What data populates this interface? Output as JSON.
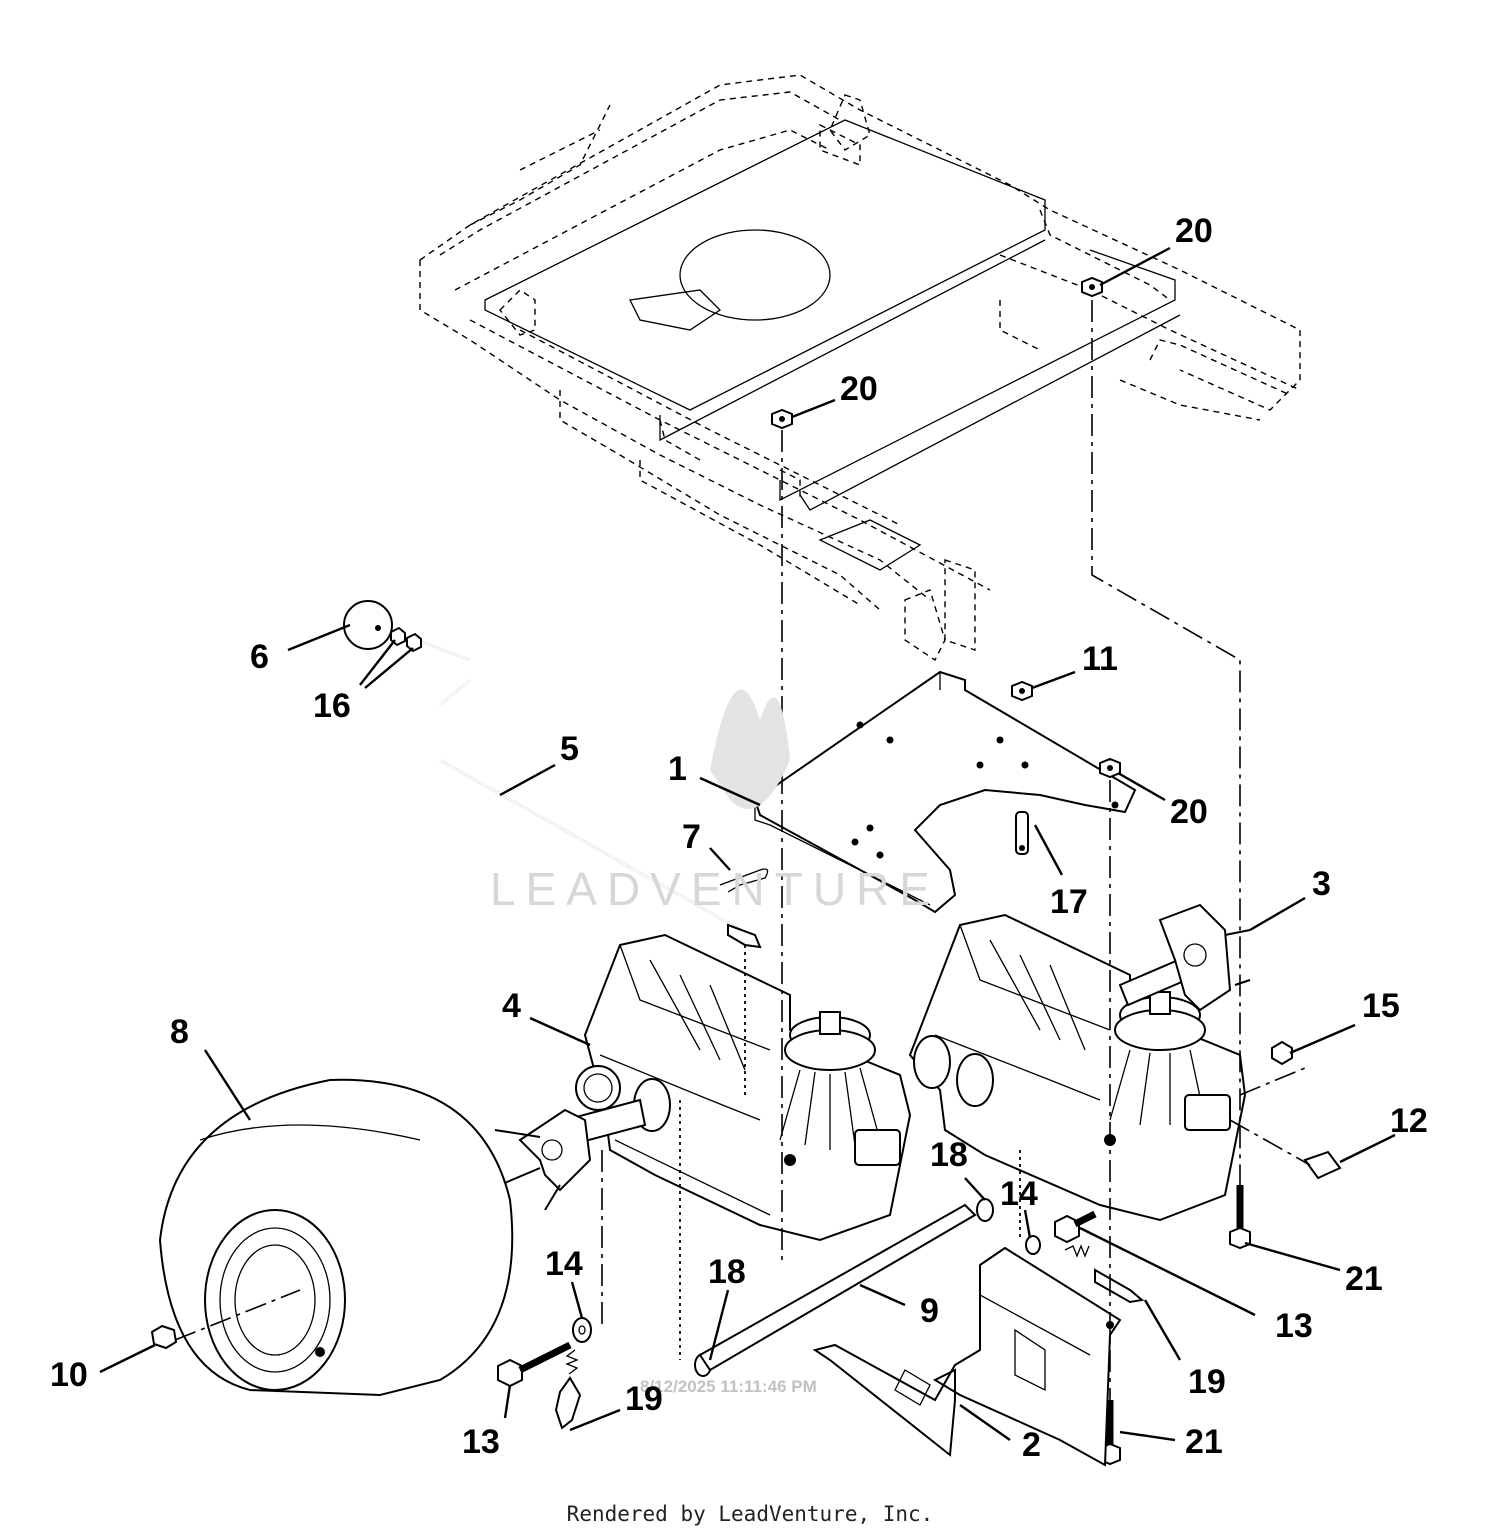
{
  "watermark": "LEADVENTURE",
  "timestamp": "8/12/2025 11:11:46 PM",
  "footer": "Rendered by LeadVenture, Inc.",
  "callouts": [
    {
      "id": "c20a",
      "text": "20"
    },
    {
      "id": "c20b",
      "text": "20"
    },
    {
      "id": "c6",
      "text": "6"
    },
    {
      "id": "c16",
      "text": "16"
    },
    {
      "id": "c11",
      "text": "11"
    },
    {
      "id": "c5",
      "text": "5"
    },
    {
      "id": "c1",
      "text": "1"
    },
    {
      "id": "c20c",
      "text": "20"
    },
    {
      "id": "c7",
      "text": "7"
    },
    {
      "id": "c17",
      "text": "17"
    },
    {
      "id": "c3",
      "text": "3"
    },
    {
      "id": "c4",
      "text": "4"
    },
    {
      "id": "c15",
      "text": "15"
    },
    {
      "id": "c8",
      "text": "8"
    },
    {
      "id": "c12",
      "text": "12"
    },
    {
      "id": "c18a",
      "text": "18"
    },
    {
      "id": "c14a",
      "text": "14"
    },
    {
      "id": "c21a",
      "text": "21"
    },
    {
      "id": "c14b",
      "text": "14"
    },
    {
      "id": "c18b",
      "text": "18"
    },
    {
      "id": "c9",
      "text": "9"
    },
    {
      "id": "c13a",
      "text": "13"
    },
    {
      "id": "c10",
      "text": "10"
    },
    {
      "id": "c19a",
      "text": "19"
    },
    {
      "id": "c19b",
      "text": "19"
    },
    {
      "id": "c13b",
      "text": "13"
    },
    {
      "id": "c2",
      "text": "2"
    },
    {
      "id": "c21b",
      "text": "21"
    }
  ]
}
